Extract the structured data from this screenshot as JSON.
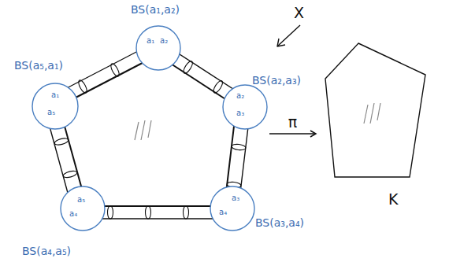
{
  "diagram": {
    "nodes": [
      {
        "text": [
          "X"
        ]
      },
      {
        "text": [
          "BS(a₁,a₂)",
          "a₁",
          "a₂"
        ],
        "in": 0
      },
      {
        "text": [
          "BS(a₂,a₃)",
          "a₂",
          "a₃"
        ],
        "in": 0
      },
      {
        "text": [
          "BS(a₃,a₄)",
          "a₃",
          "a₄"
        ],
        "in": 0
      },
      {
        "text": [
          "BS(a₄,a₅)",
          "a₄",
          "a₅"
        ],
        "in": 0
      },
      {
        "text": [
          "BS(a₅,a₁)",
          "a₁",
          "a₅"
        ],
        "in": 0
      },
      {
        "text": [
          "K"
        ]
      }
    ],
    "edges": [
      {
        "from": 0,
        "to": 6,
        "arrow": "to",
        "label": "π"
      }
    ]
  }
}
